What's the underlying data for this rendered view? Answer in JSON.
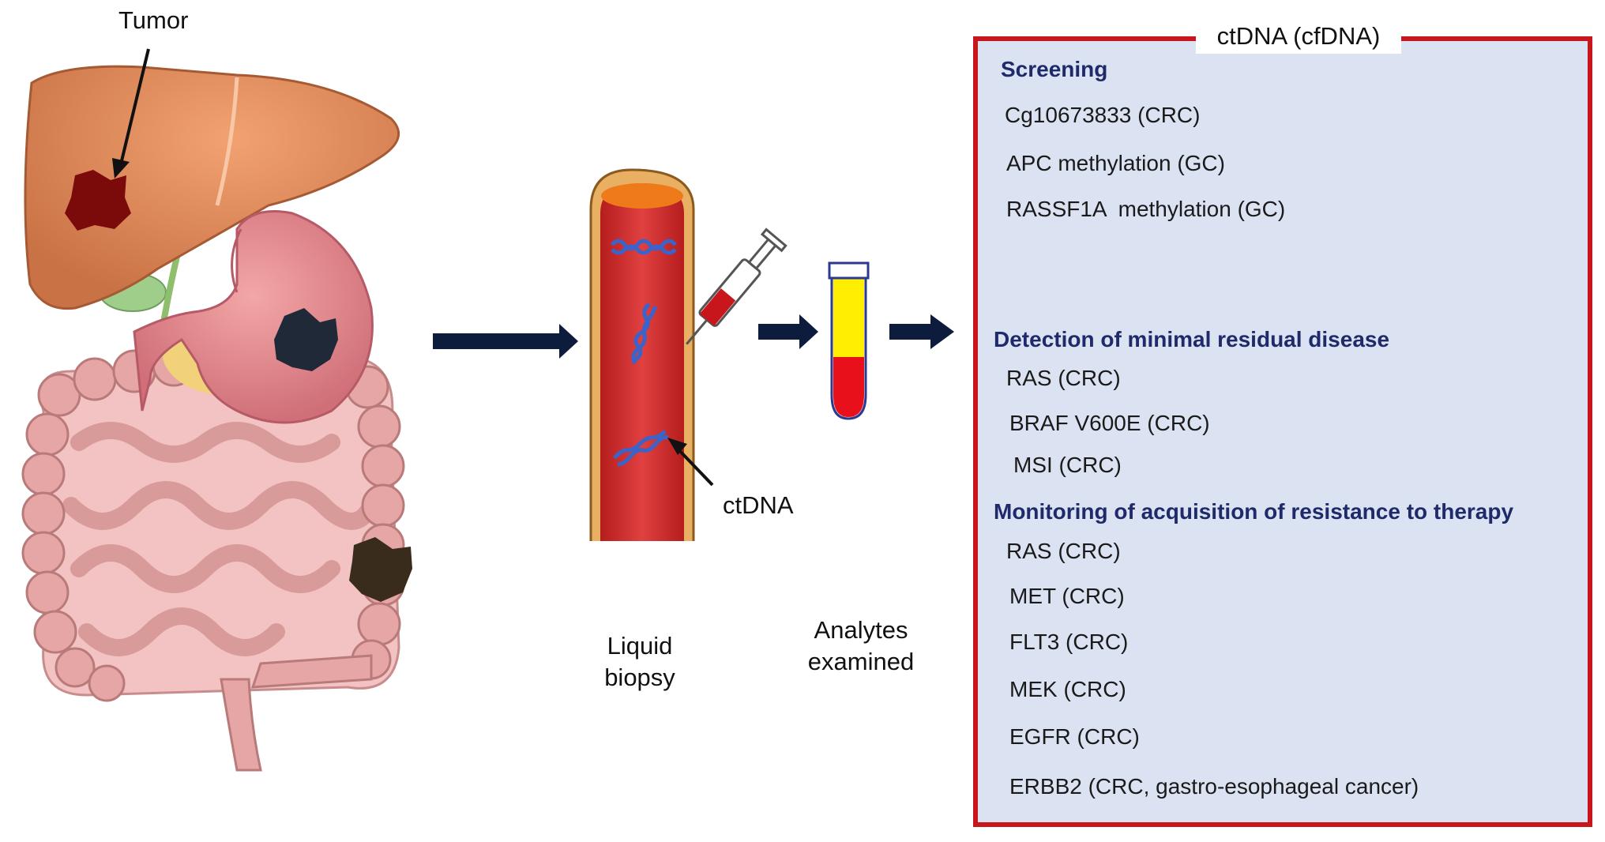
{
  "labels": {
    "tumor": "Tumor",
    "ctdna": "ctDNA",
    "liquid_biopsy": [
      "Liquid",
      "biopsy"
    ],
    "analytes": [
      "Analytes",
      "examined"
    ]
  },
  "panel": {
    "title": "ctDNA (cfDNA)",
    "border_color": "#c8161d",
    "background": "#dbe2f2",
    "heading_color": "#1f2a6b",
    "sections": [
      {
        "heading": "Screening",
        "items": [
          "Cg10673833 (CRC)",
          "APC methylation (GC)",
          "RASSF1A  methylation (GC)"
        ]
      },
      {
        "heading": "Detection of minimal residual disease",
        "items": [
          "RAS (CRC)",
          "BRAF V600E (CRC)",
          "MSI (CRC)"
        ]
      },
      {
        "heading": "Monitoring of acquisition of resistance to therapy",
        "items": [
          "RAS (CRC)",
          "MET (CRC)",
          "FLT3 (CRC)",
          "MEK (CRC)",
          "EGFR (CRC)",
          "ERBB2 (CRC, gastro-esophageal cancer)"
        ]
      }
    ]
  }
}
